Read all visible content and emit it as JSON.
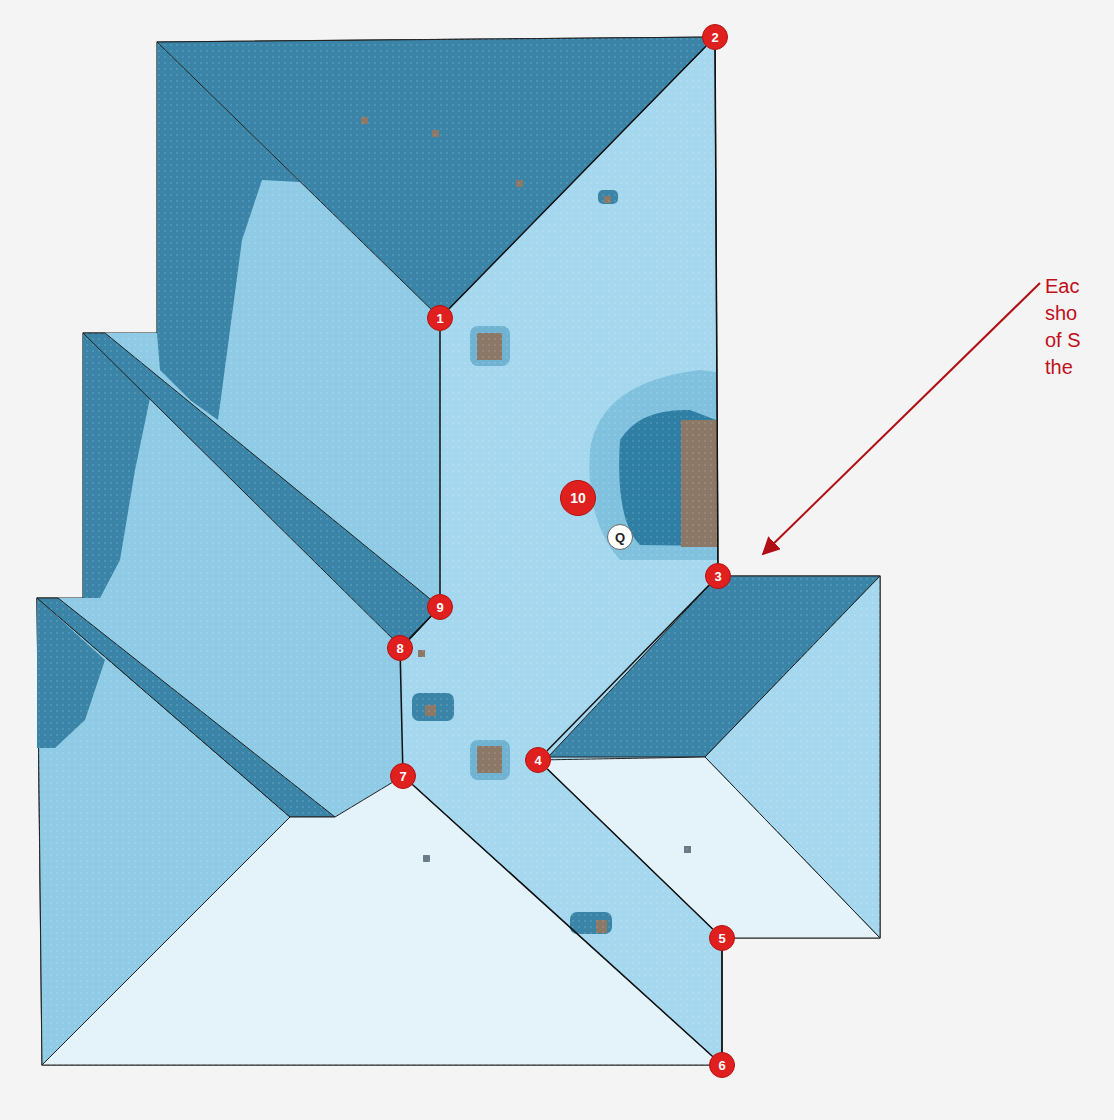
{
  "diagram": {
    "nodes": [
      {
        "text": [
          "1"
        ]
      },
      {
        "text": [
          "2"
        ]
      },
      {
        "text": [
          "3"
        ]
      },
      {
        "text": [
          "4"
        ]
      },
      {
        "text": [
          "5"
        ]
      },
      {
        "text": [
          "6"
        ]
      },
      {
        "text": [
          "7"
        ]
      },
      {
        "text": [
          "8"
        ]
      },
      {
        "text": [
          "9"
        ]
      },
      {
        "text": [
          "10"
        ]
      },
      {
        "text": [
          "Q"
        ]
      }
    ],
    "edges": [
      {
        "from": 0,
        "to": 1,
        "arrow": "none"
      },
      {
        "from": 0,
        "to": 8,
        "arrow": "none"
      },
      {
        "from": 8,
        "to": 7,
        "arrow": "none"
      },
      {
        "from": 7,
        "to": 6,
        "arrow": "none"
      },
      {
        "from": 6,
        "to": 5,
        "arrow": "none"
      },
      {
        "from": 2,
        "to": 3,
        "arrow": "none"
      },
      {
        "from": 3,
        "to": 4,
        "arrow": "none"
      },
      {
        "from": 4,
        "to": 5,
        "arrow": "none"
      },
      {
        "from": 1,
        "to": 2,
        "arrow": "none"
      }
    ],
    "labels": [
      "Eac sho of S the"
    ]
  }
}
